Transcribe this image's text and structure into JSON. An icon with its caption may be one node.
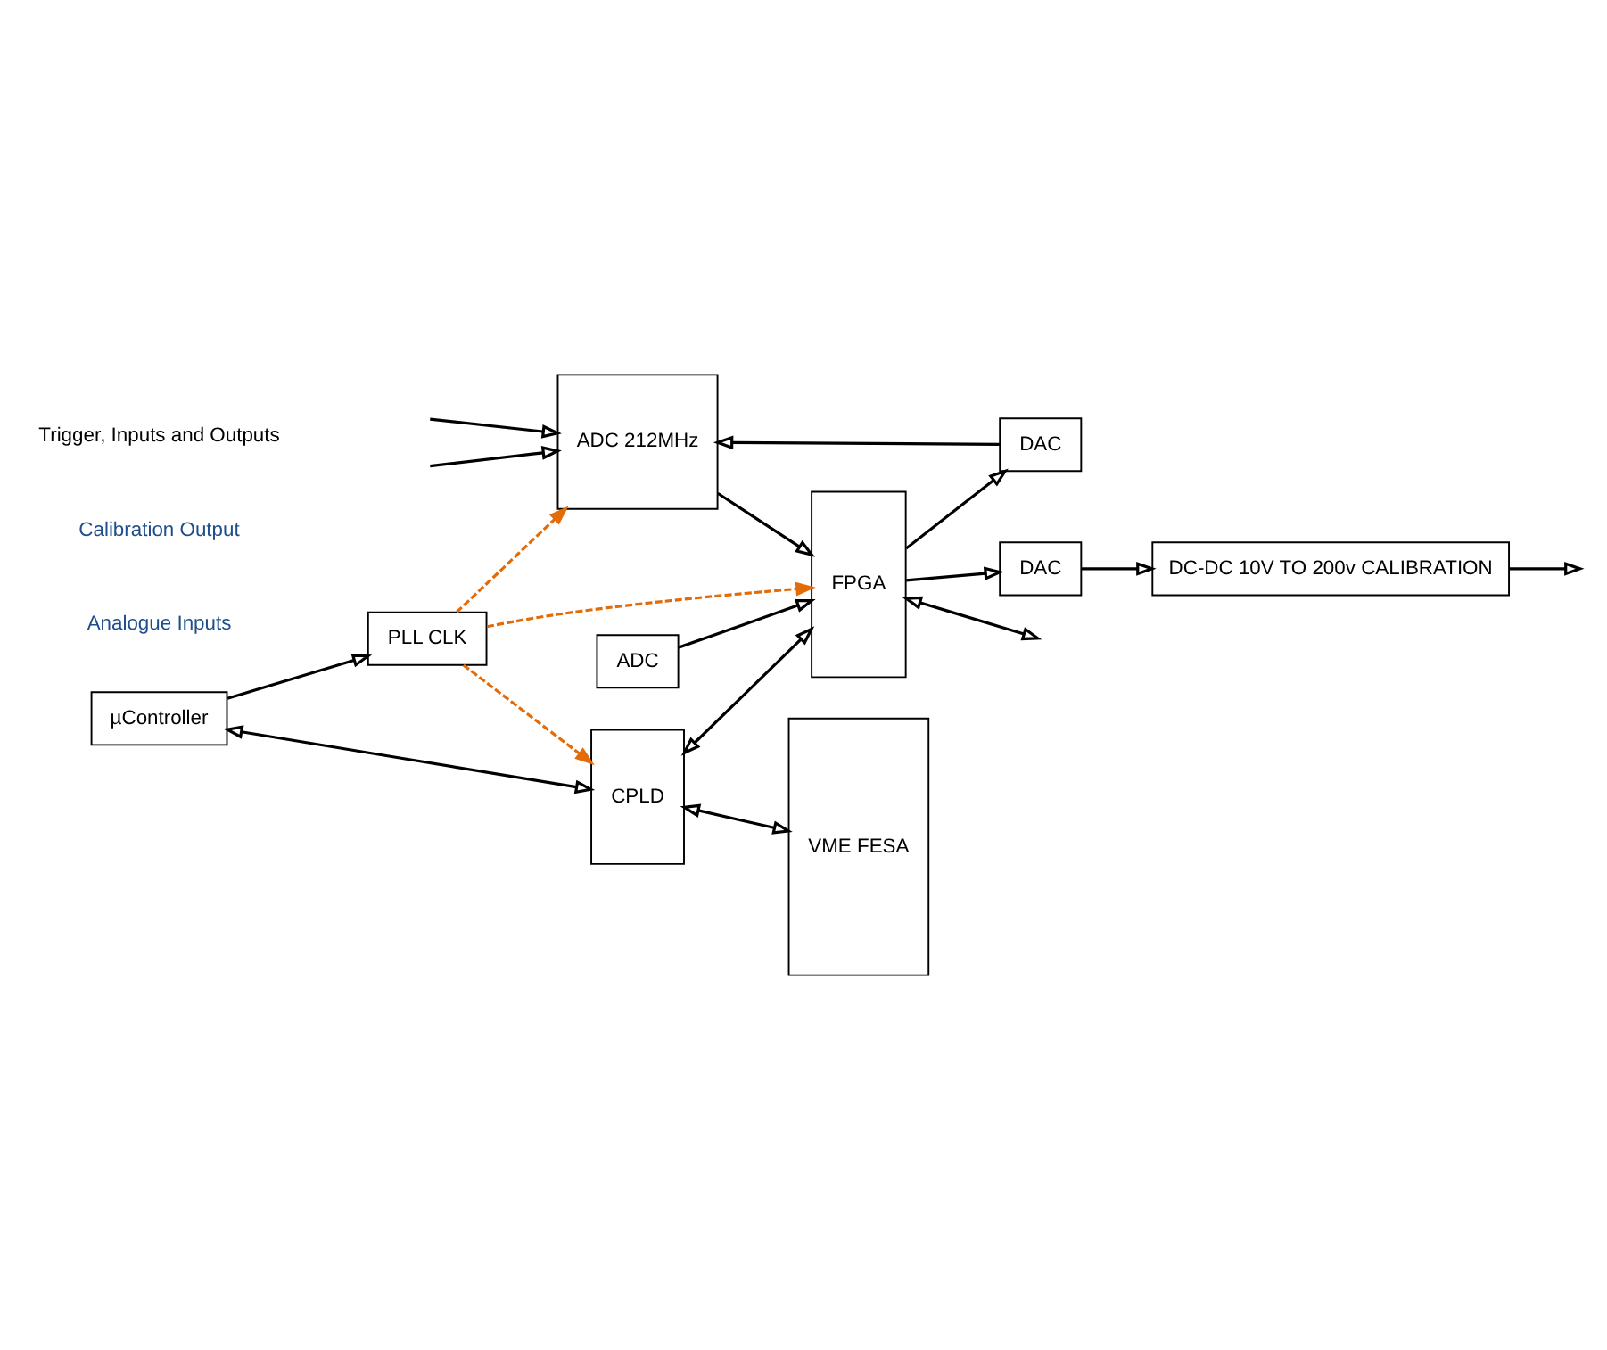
{
  "diagram": {
    "nodes": [
      {
        "text": [
          "µController"
        ]
      },
      {
        "text": [
          "PLL CLK"
        ]
      },
      {
        "text": [
          "ADC 212MHz"
        ]
      },
      {
        "text": [
          "DAC"
        ]
      },
      {
        "text": [
          "CPLD"
        ]
      },
      {
        "text": [
          "VME FESA"
        ]
      },
      {
        "text": [
          "DC-DC 10V TO 200v CALIBRATION"
        ]
      },
      {
        "text": [
          "ADC"
        ]
      },
      {
        "text": [
          "DAC"
        ]
      },
      {
        "text": [
          "FPGA"
        ]
      }
    ],
    "edges": [
      {
        "from": null,
        "to": 2,
        "arrow": "to"
      },
      {
        "from": null,
        "to": 2,
        "arrow": "to"
      },
      {
        "from": 0,
        "to": 1,
        "arrow": "to"
      },
      {
        "from": 0,
        "to": 4,
        "arrow": "both"
      },
      {
        "from": 1,
        "to": 2,
        "arrow": "to",
        "style": "dashed",
        "color": "#e36c09"
      },
      {
        "from": 1,
        "to": 4,
        "arrow": "to",
        "style": "dashed",
        "color": "#e36c09"
      },
      {
        "from": 1,
        "to": 9,
        "arrow": "to",
        "style": "dashed",
        "color": "#e36c09"
      },
      {
        "from": 3,
        "to": 2,
        "arrow": "to"
      },
      {
        "from": 4,
        "to": 5,
        "arrow": "both"
      },
      {
        "from": 4,
        "to": 9,
        "arrow": "both"
      },
      {
        "from": 2,
        "to": 9,
        "arrow": "to"
      },
      {
        "from": 9,
        "to": 3,
        "arrow": "to"
      },
      {
        "from": 7,
        "to": 9,
        "arrow": "to"
      },
      {
        "from": 9,
        "to": 8,
        "arrow": "to"
      },
      {
        "from": 8,
        "to": 6,
        "arrow": "to"
      },
      {
        "from": 6,
        "to": null,
        "arrow": "to"
      },
      {
        "from": 9,
        "to": null,
        "arrow": "both"
      }
    ],
    "labels": [
      "Analogue Inputs",
      "Calibration Output",
      "Trigger, Inputs and Outputs"
    ]
  }
}
